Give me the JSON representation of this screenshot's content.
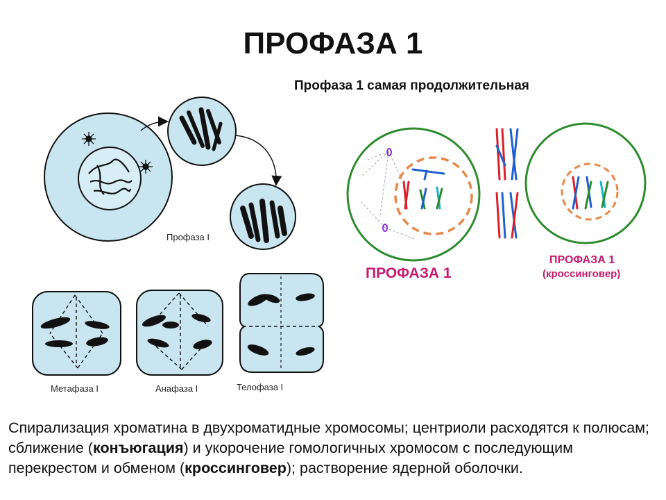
{
  "title": "ПРОФАЗА 1",
  "subtitle": "Профаза 1 самая продолжительная",
  "labels": {
    "prophase": "Профаза I",
    "metaphase": "Метафаза I",
    "anaphase": "Анафаза I",
    "telophase": "Телофаза I",
    "prophase1": "ПРОФАЗА 1",
    "prophase1_crossing": "ПРОФАЗА 1",
    "crossing_note": "(кроссинговер)"
  },
  "description": {
    "part1": "Спирализация хроматина в двухроматидные хромосомы; центриоли расходятся к полюсам; сближение (",
    "term1": "конъюгация",
    "part2": ") и укорочение гомологичных хромосом с последующим перекрестом и обменом (",
    "term2": "кроссинговер",
    "part3": "); растворение ядерной оболочки."
  },
  "colors": {
    "cell_fill": "#c9e6f0",
    "membrane_green": "#2e8b2e",
    "nucleus_orange": "#e8884a",
    "label_magenta": "#c8196e",
    "chrom_red": "#d8202a",
    "chrom_blue": "#1e5fd0",
    "chrom_green": "#2a8a2a",
    "chrom_cyan": "#18b4c8"
  }
}
